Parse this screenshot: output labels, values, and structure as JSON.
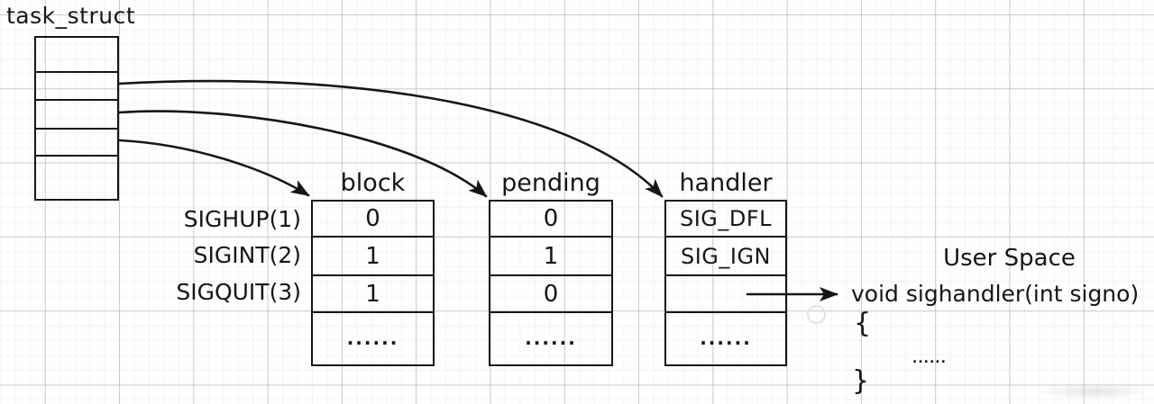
{
  "diagram": {
    "title": "task_struct",
    "row_labels": [
      "SIGHUP(1)",
      "SIGINT(2)",
      "SIGQUIT(3)"
    ],
    "tables": [
      {
        "header": "block",
        "cells": [
          "0",
          "1",
          "1",
          "......"
        ]
      },
      {
        "header": "pending",
        "cells": [
          "0",
          "1",
          "0",
          "......"
        ]
      },
      {
        "header": "handler",
        "cells": [
          "SIG_DFL",
          "SIG_IGN",
          "",
          "......"
        ]
      }
    ],
    "user_space": {
      "title": "User Space",
      "code_line": "void sighandler(int signo)",
      "brace_open": "{",
      "body_dots": "......",
      "brace_close": "}"
    },
    "colors": {
      "ink": "#161616",
      "grid_major": "#aaa6a6",
      "grid_minor": "#e8e2e2"
    }
  }
}
